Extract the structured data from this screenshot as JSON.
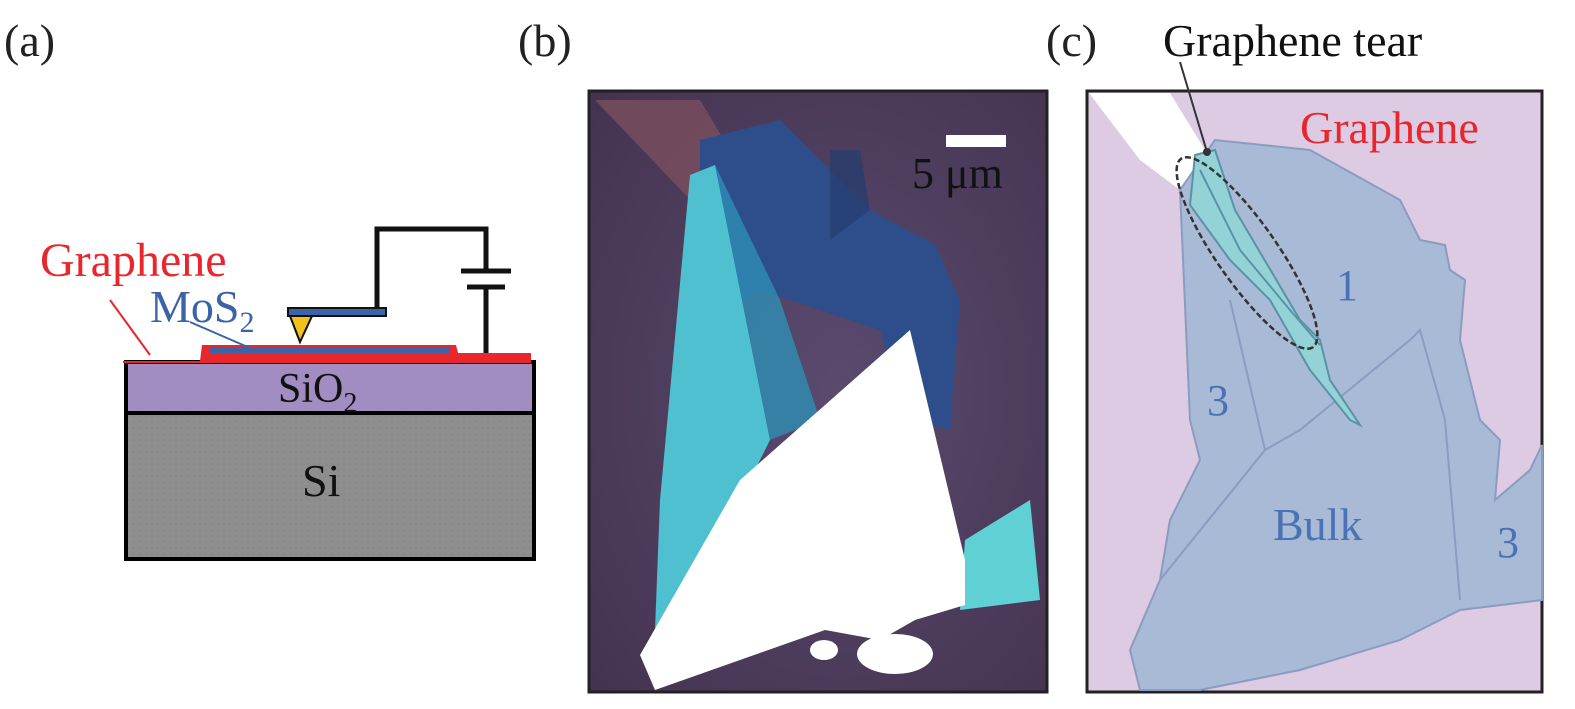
{
  "panels": {
    "a": {
      "label": "(a)",
      "graphene": "Graphene",
      "mos2": "MoS",
      "mos2_sub": "2",
      "sio2": "SiO",
      "sio2_sub": "2",
      "si": "Si"
    },
    "b": {
      "label": "(b)",
      "scalebar_label": "5 μm"
    },
    "c": {
      "label": "(c)",
      "tear_label": "Graphene tear",
      "graphene_label": "Graphene",
      "layer_1": "1",
      "layer_3_left": "3",
      "layer_3_right": "3",
      "bulk": "Bulk"
    }
  },
  "colors": {
    "graphene_red": "#e8262b",
    "mos2_blue": "#3a63a8",
    "sio2_purple": "#a18dc2",
    "si_gray": "#8e8e8e",
    "tip_yellow": "#f2c21a",
    "c_background": "#dccbe3",
    "c_flake": "#a9bad6",
    "c_tear": "#93d3d8",
    "label_blue": "#4a72b4"
  }
}
